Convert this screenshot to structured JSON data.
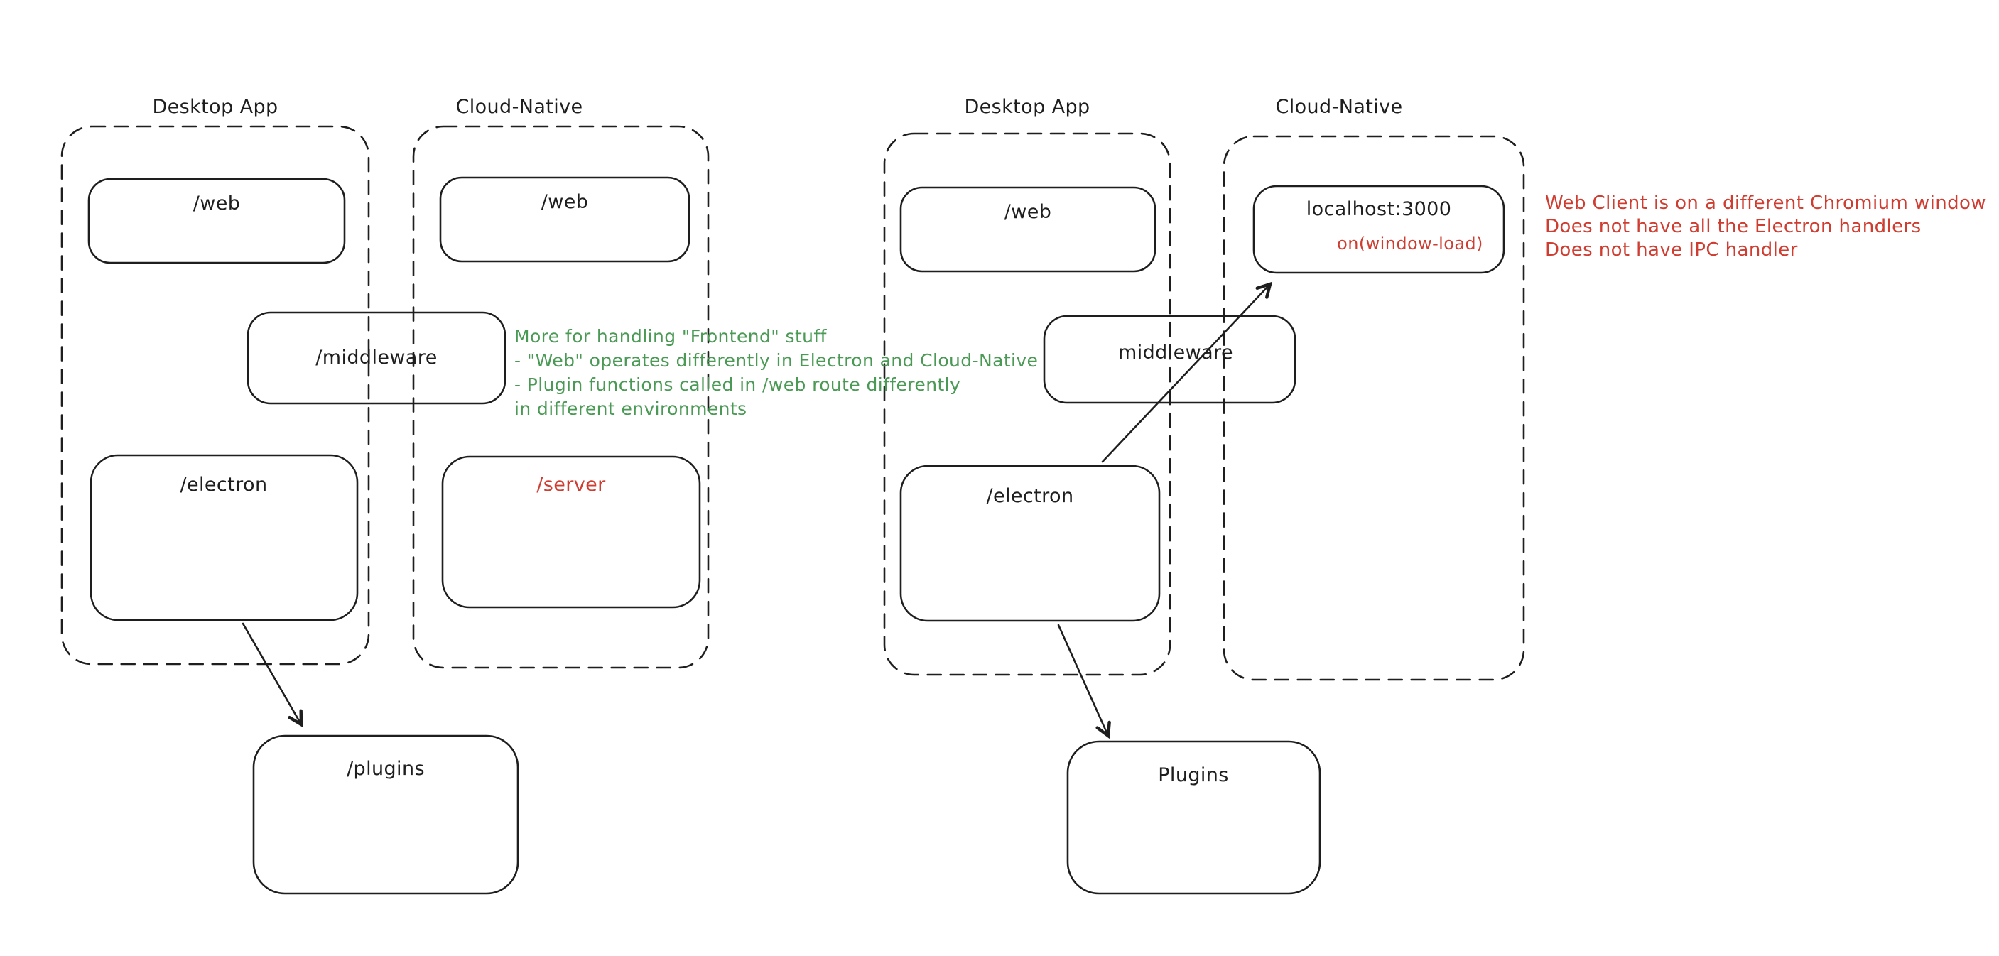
{
  "left": {
    "desktop_label": "Desktop App",
    "cloud_label": "Cloud-Native",
    "web_desktop": "/web",
    "web_cloud": "/web",
    "middleware": "/middleware",
    "electron": "/electron",
    "server": "/server",
    "plugins": "/plugins",
    "note_lines": [
      "More for handling \"Frontend\" stuff",
      "- \"Web\" operates differently in Electron and Cloud-Native",
      "- Plugin functions called in /web route differently",
      "in different environments"
    ]
  },
  "right": {
    "desktop_label": "Desktop App",
    "cloud_label": "Cloud-Native",
    "web": "/web",
    "localhost": "localhost:3000",
    "window_load": "on(window-load)",
    "middleware": "middleware",
    "electron": "/electron",
    "plugins": "Plugins",
    "note_lines": [
      "Web Client is on a different Chromium window",
      "Does not have all the Electron handlers",
      "Does not have IPC handler"
    ]
  },
  "colors": {
    "ink": "#1e1e1e",
    "red": "#cf3d31",
    "green": "#4a9a55"
  }
}
